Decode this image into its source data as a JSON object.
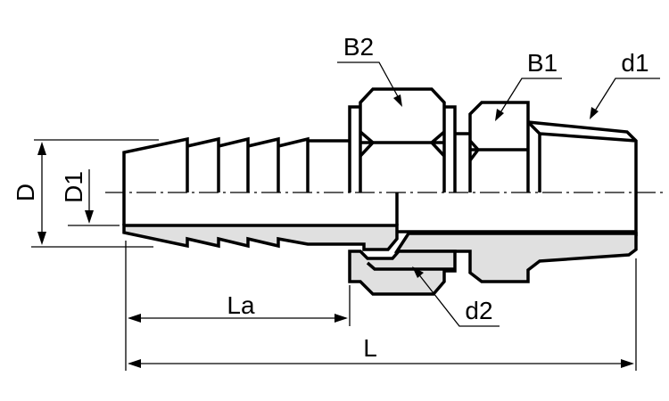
{
  "diagram": {
    "title": "Hose barb union fitting with tapered thread",
    "labels": {
      "B2": "B2",
      "B1": "B1",
      "d1": "d1",
      "d2": "d2",
      "D": "D",
      "D1": "D1",
      "La": "La",
      "L": "L"
    },
    "colors": {
      "section_fill": "#e0e0e0",
      "line": "#000000"
    }
  }
}
